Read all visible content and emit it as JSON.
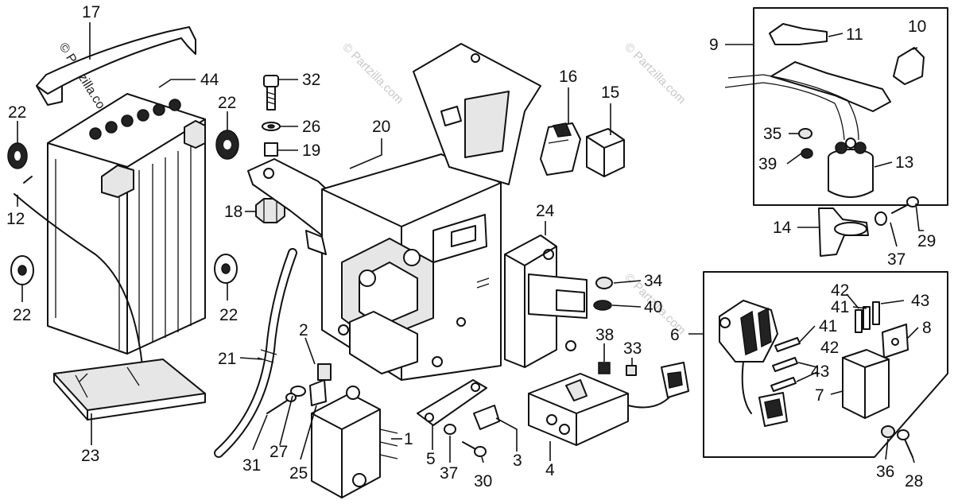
{
  "diagram": {
    "watermark": "© Partzilla.com",
    "callouts": {
      "c17": "17",
      "c44": "44",
      "c22a": "22",
      "c22b": "22",
      "c22c": "22",
      "c22d": "22",
      "c12": "12",
      "c23": "23",
      "c32": "32",
      "c26": "26",
      "c19": "19",
      "c18": "18",
      "c20": "20",
      "c21": "21",
      "c16": "16",
      "c15": "15",
      "c24": "24",
      "c34": "34",
      "c40": "40",
      "c38": "38",
      "c33": "33",
      "c2": "2",
      "c27": "27",
      "c31": "31",
      "c25": "25",
      "c1": "1",
      "c5": "5",
      "c37a": "37",
      "c30": "30",
      "c3": "3",
      "c4": "4",
      "c9": "9",
      "c11": "11",
      "c10": "10",
      "c35": "35",
      "c39": "39",
      "c13": "13",
      "c14": "14",
      "c29": "29",
      "c37b": "37",
      "c6": "6",
      "c42a": "42",
      "c43a": "43",
      "c41a": "41",
      "c41b": "41",
      "c8": "8",
      "c42b": "42",
      "c43b": "43",
      "c7": "7",
      "c36": "36",
      "c28": "28"
    }
  }
}
